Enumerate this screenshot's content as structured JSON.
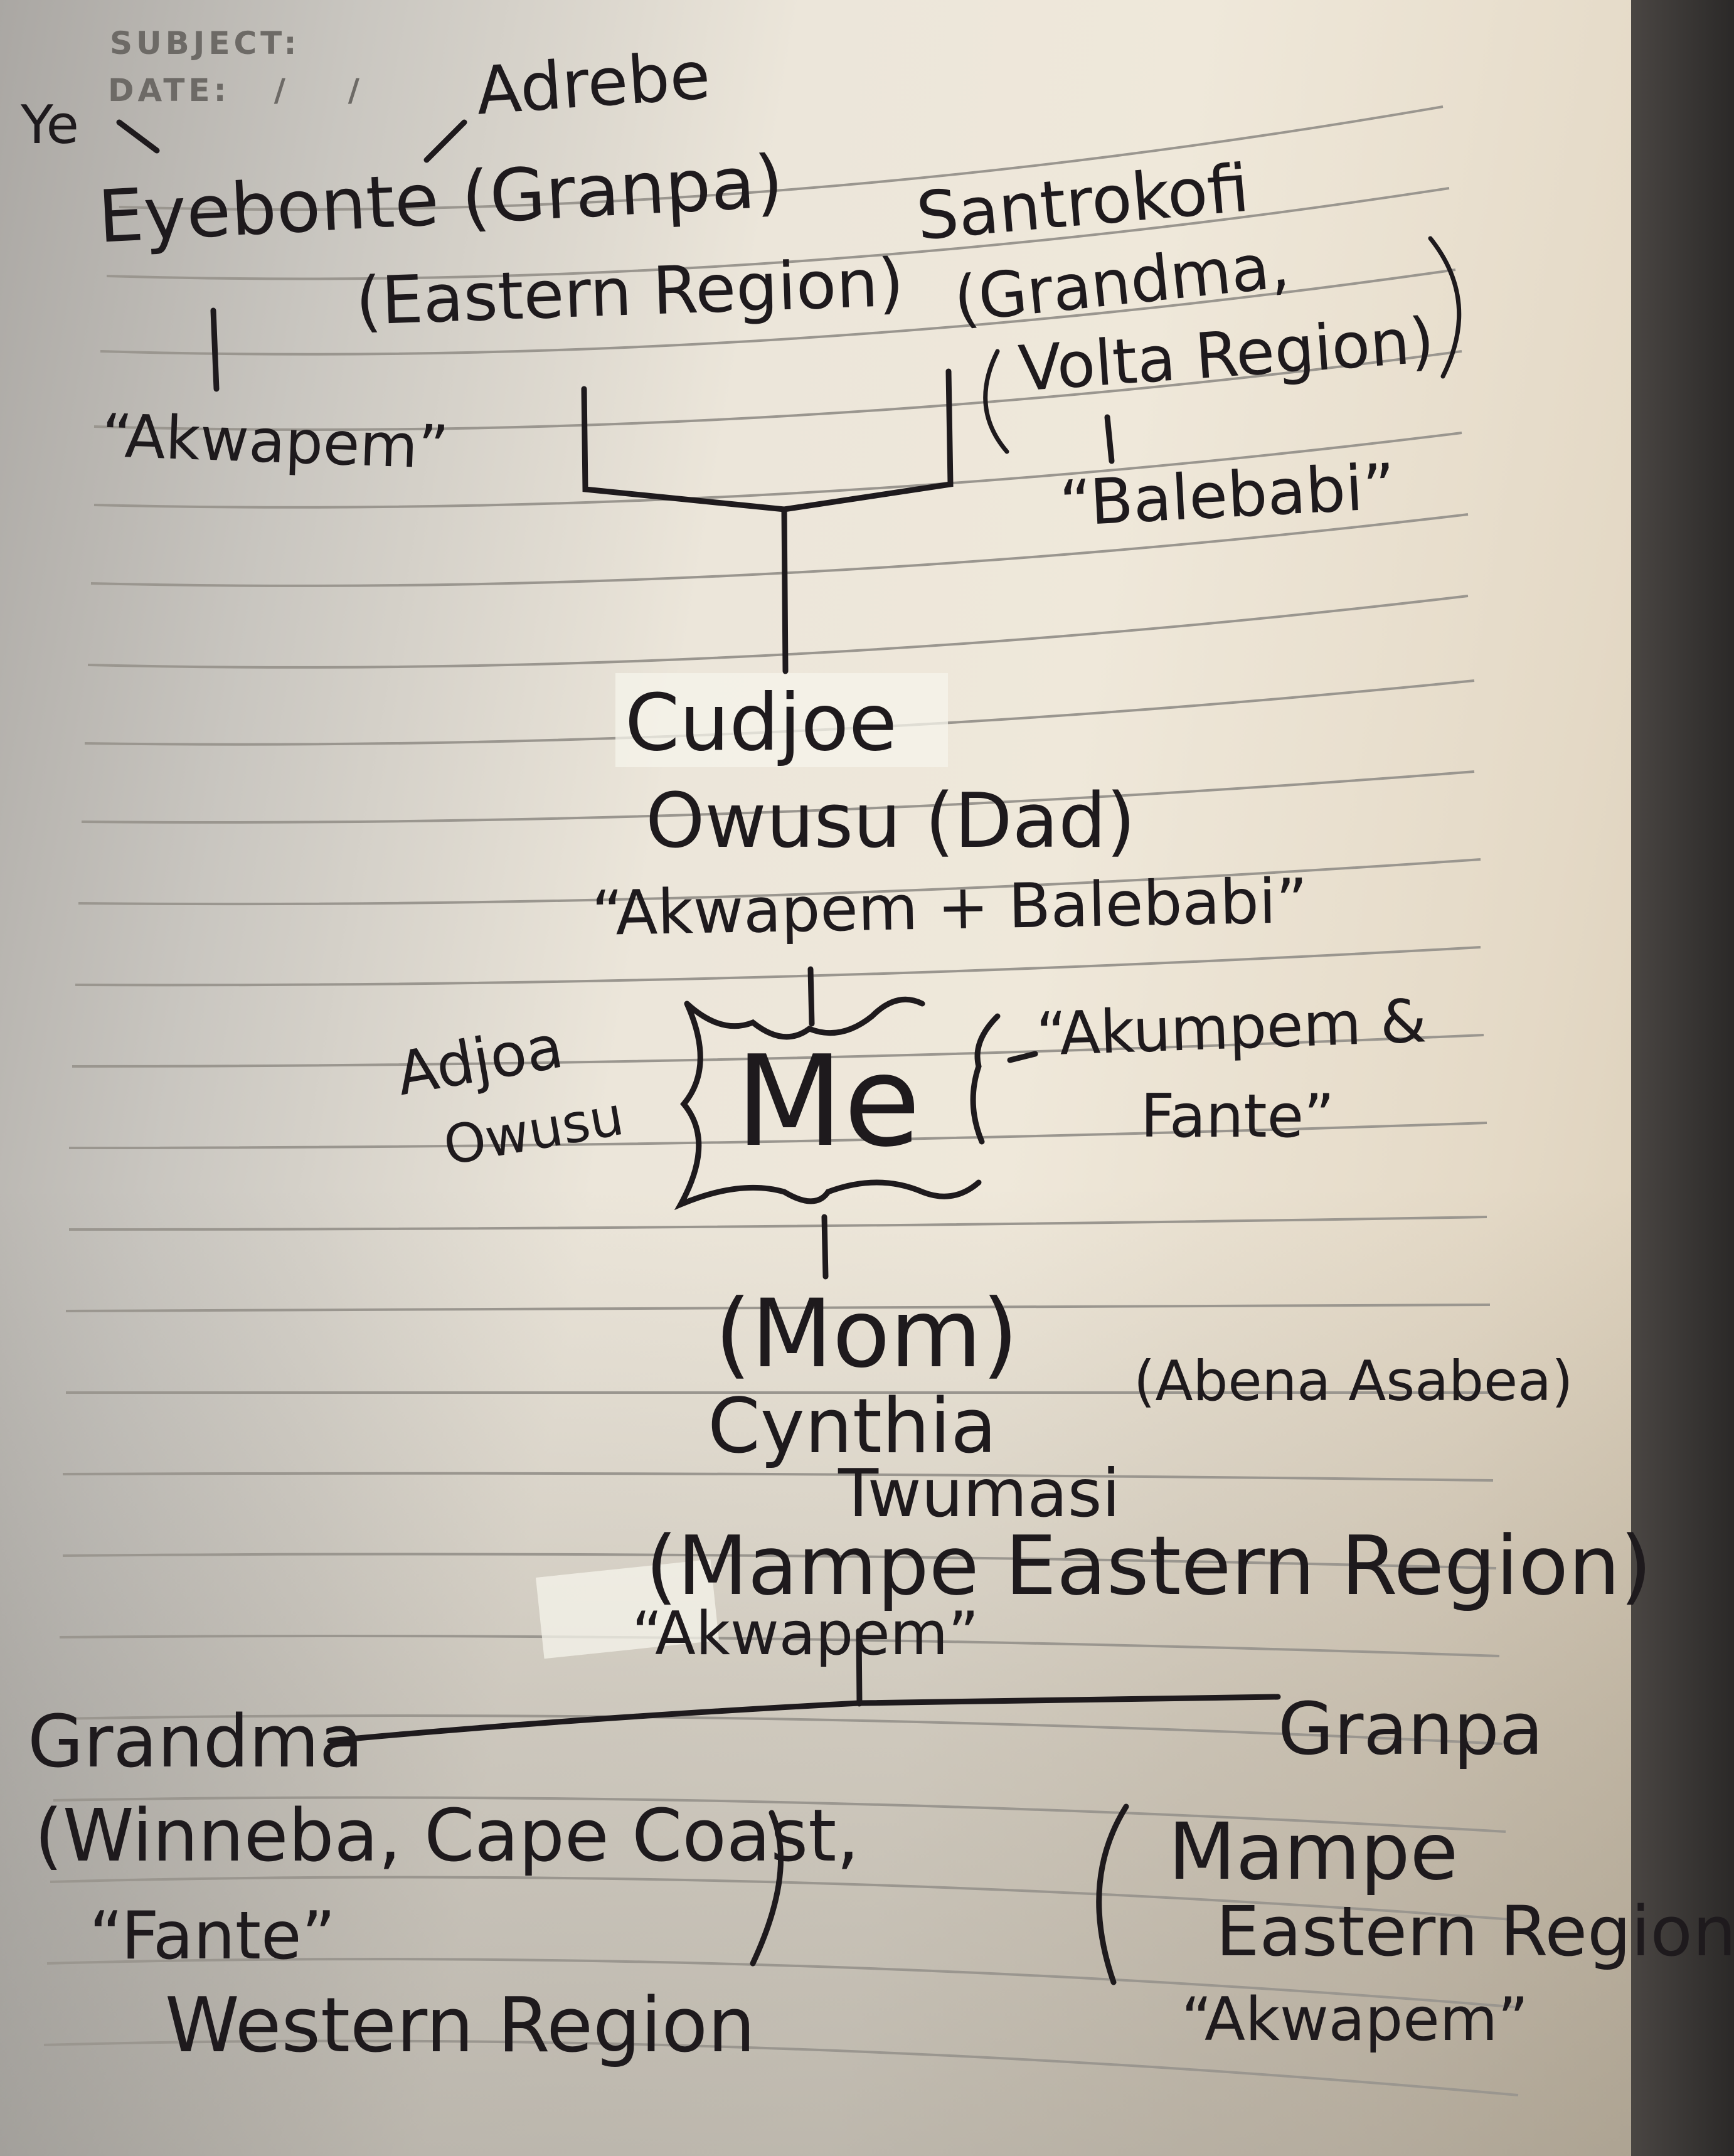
{
  "header": {
    "subject_label": "SUBJECT:",
    "date_label": "DATE:   /    /"
  },
  "tree": {
    "ye": "Ye",
    "adrebe": "Adrebe",
    "paternal_grandfather": {
      "name": "Eyebonte (Granpa)",
      "region": "(Eastern Region)",
      "ethnicity": "“Akwapem”"
    },
    "paternal_grandmother": {
      "name": "Santrokofi",
      "role": "(Grandma,",
      "region": "Volta Region)",
      "ethnicity": "“Balebabi”"
    },
    "father": {
      "name1": "Cudjoe",
      "name2": "Owusu (Dad)",
      "ethnicity": "“Akwapem + Balebabi”"
    },
    "me": {
      "label": "Me",
      "name1": "Adjoa",
      "name2": "Owusu",
      "ethnicity1": "“Akumpem &",
      "ethnicity2": "Fante”"
    },
    "mother": {
      "role": "(Mom)",
      "name1": "Cynthia",
      "alias": "(Abena Asabea)",
      "name2": "Twumasi",
      "region": "(Mampe Eastern Region)",
      "ethnicity": "“Akwapem”"
    },
    "maternal_grandmother": {
      "role": "Grandma",
      "places": "(Winneba, Cape Coast,",
      "ethnicity": "“Fante”",
      "region": "Western Region"
    },
    "maternal_grandfather": {
      "role": "Granpa",
      "place": "Mampe",
      "region": "Eastern Region",
      "ethnicity": "“Akwapem”"
    }
  }
}
